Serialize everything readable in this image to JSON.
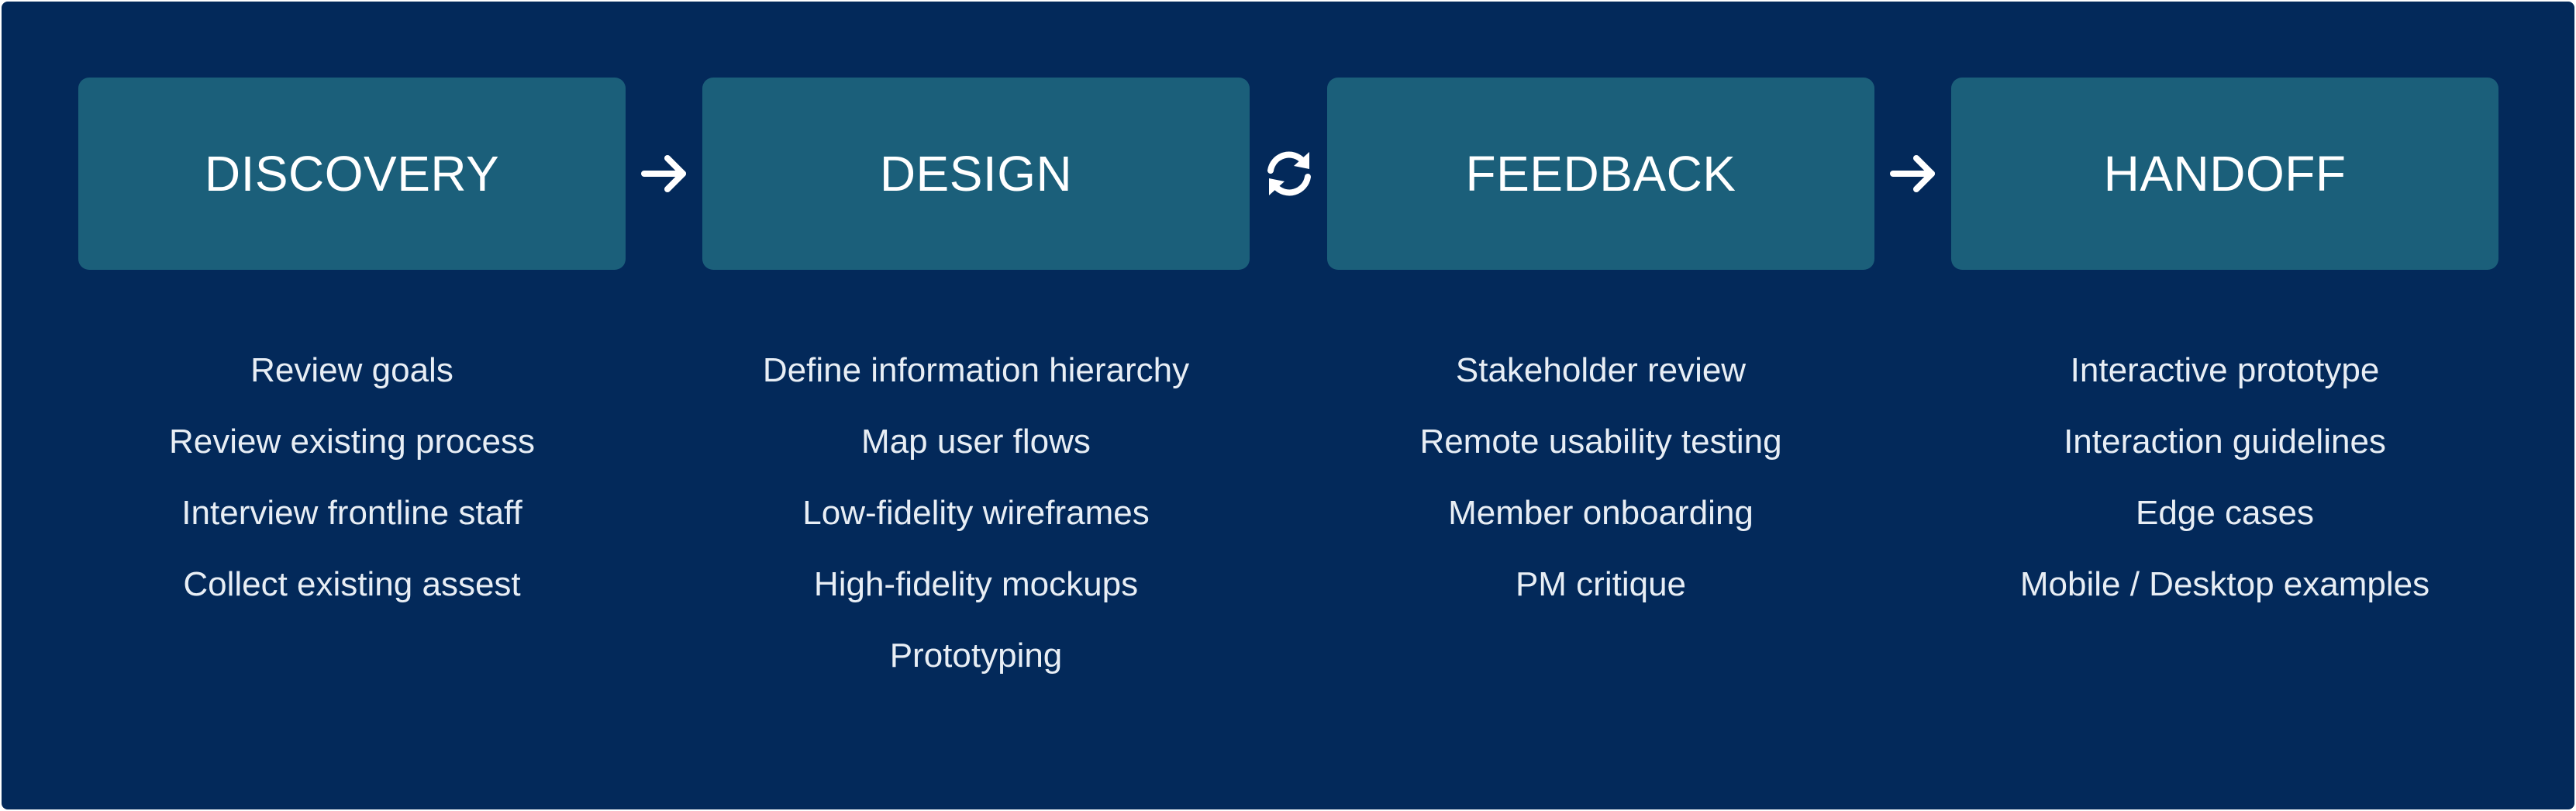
{
  "colors": {
    "background": "#03295a",
    "stage_box": "#1b5f7a",
    "title_text": "#ffffff",
    "task_text": "#e8eef5"
  },
  "stages": [
    {
      "title": "DISCOVERY",
      "tasks": [
        "Review goals",
        "Review existing process",
        "Interview frontline staff",
        "Collect existing assest"
      ]
    },
    {
      "title": "DESIGN",
      "tasks": [
        "Define information hierarchy",
        "Map user flows",
        "Low-fidelity wireframes",
        "High-fidelity mockups",
        "Prototyping"
      ]
    },
    {
      "title": "FEEDBACK",
      "tasks": [
        "Stakeholder review",
        "Remote usability testing",
        "Member onboarding",
        "PM critique"
      ]
    },
    {
      "title": "HANDOFF",
      "tasks": [
        "Interactive prototype",
        "Interaction guidelines",
        "Edge cases",
        "Mobile / Desktop examples"
      ]
    }
  ],
  "connectors": [
    {
      "icon": "arrow-right-icon"
    },
    {
      "icon": "refresh-cycle-icon"
    },
    {
      "icon": "arrow-right-icon"
    }
  ]
}
